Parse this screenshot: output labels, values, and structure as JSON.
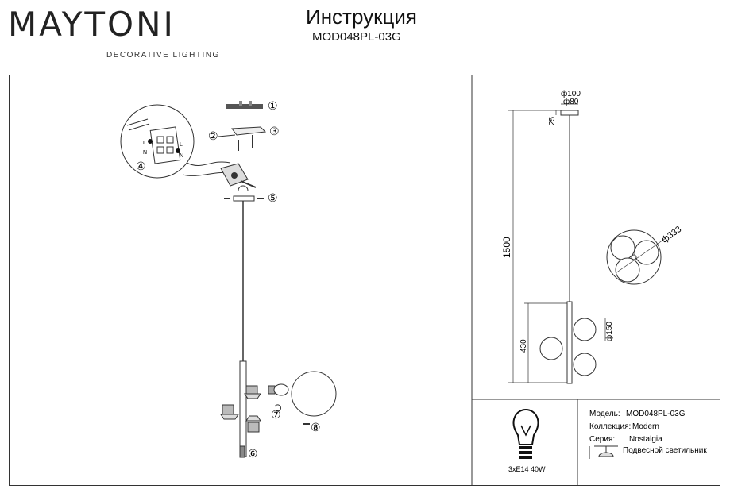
{
  "header": {
    "brand": "MAYTONI",
    "tagline": "DECORATIVE LIGHTING",
    "title": "Инструкция",
    "model": "MOD048PL-03G"
  },
  "steps": [
    "①",
    "②",
    "③",
    "④",
    "⑤",
    "⑥",
    "⑦",
    "⑧"
  ],
  "dimensions": {
    "d100": "ф100",
    "d80": "ф80",
    "h25": "25",
    "h1500": "1500",
    "d333": "ф333",
    "d150": "ф150",
    "h430": "430"
  },
  "bulb": {
    "spec": "3xE14 40W"
  },
  "specs": {
    "model_label": "Модель:",
    "model_value": "MOD048PL-03G",
    "collection_label": "Коллекция:",
    "collection_value": "Modern",
    "series_label": "Серия:",
    "series_value": "Nostalgia",
    "type_value": "Подвесной светильник"
  },
  "wiring_labels": [
    "L",
    "N",
    "L",
    "N"
  ]
}
